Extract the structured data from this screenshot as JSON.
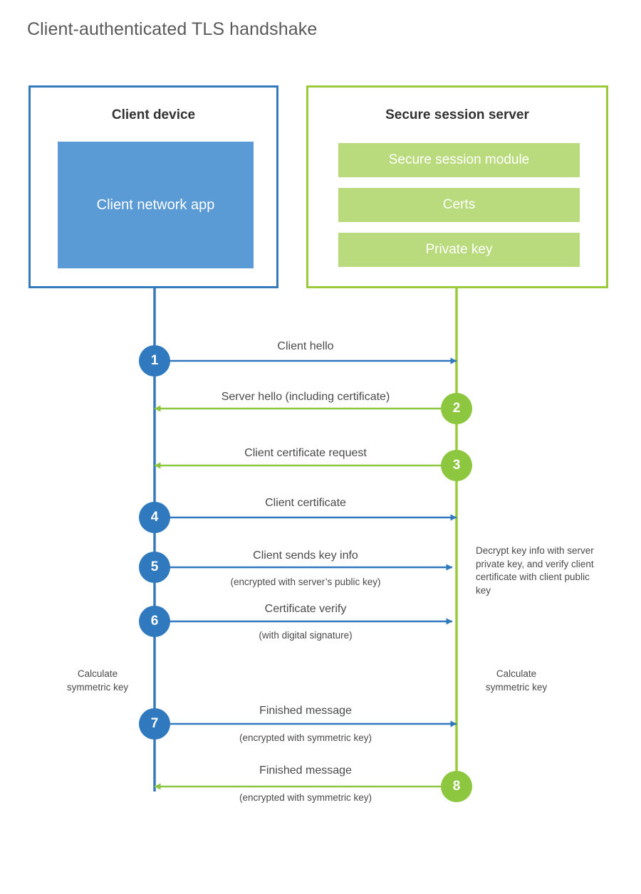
{
  "title": "Client-authenticated TLS handshake",
  "colors": {
    "client_accent": "#3479BE",
    "client_circle": "#3079BE",
    "client_app_fill": "#5B9BD5",
    "server_accent": "#9ACA3C",
    "server_circle": "#8DC63F",
    "server_item_fill": "#BADB7D",
    "title_text": "#595959",
    "body_text": "#4a4a4a"
  },
  "parties": {
    "client": {
      "title": "Client device",
      "blocks": [
        {
          "label": "Client network app"
        }
      ]
    },
    "server": {
      "title": "Secure session server",
      "blocks": [
        {
          "label": "Secure session module"
        },
        {
          "label": "Certs"
        },
        {
          "label": "Private key"
        }
      ]
    }
  },
  "steps": [
    {
      "number": "1",
      "label": "Client hello",
      "sublabel": "",
      "direction": "client-to-server",
      "origin": "client"
    },
    {
      "number": "2",
      "label": "Server hello (including certificate)",
      "sublabel": "",
      "direction": "server-to-client",
      "origin": "server"
    },
    {
      "number": "3",
      "label": "Client certificate request",
      "sublabel": "",
      "direction": "server-to-client",
      "origin": "server"
    },
    {
      "number": "4",
      "label": "Client certificate",
      "sublabel": "",
      "direction": "client-to-server",
      "origin": "client"
    },
    {
      "number": "5",
      "label": "Client sends key info",
      "sublabel": "(encrypted with server’s public key)",
      "direction": "client-to-server",
      "origin": "client"
    },
    {
      "number": "6",
      "label": "Certificate verify",
      "sublabel": "(with digital signature)",
      "direction": "client-to-server",
      "origin": "client"
    },
    {
      "number": "7",
      "label": "Finished message",
      "sublabel": "(encrypted with symmetric key)",
      "direction": "client-to-server",
      "origin": "client"
    },
    {
      "number": "8",
      "label": "Finished message",
      "sublabel": "(encrypted with symmetric key)",
      "direction": "server-to-client",
      "origin": "server"
    }
  ],
  "annotations": {
    "server_decrypt": "Decrypt key info with server private key, and verify client certificate with client public key",
    "client_calculate_line1": "Calculate",
    "client_calculate_line2": "symmetric key",
    "server_calculate_line1": "Calculate",
    "server_calculate_line2": "symmetric key"
  }
}
